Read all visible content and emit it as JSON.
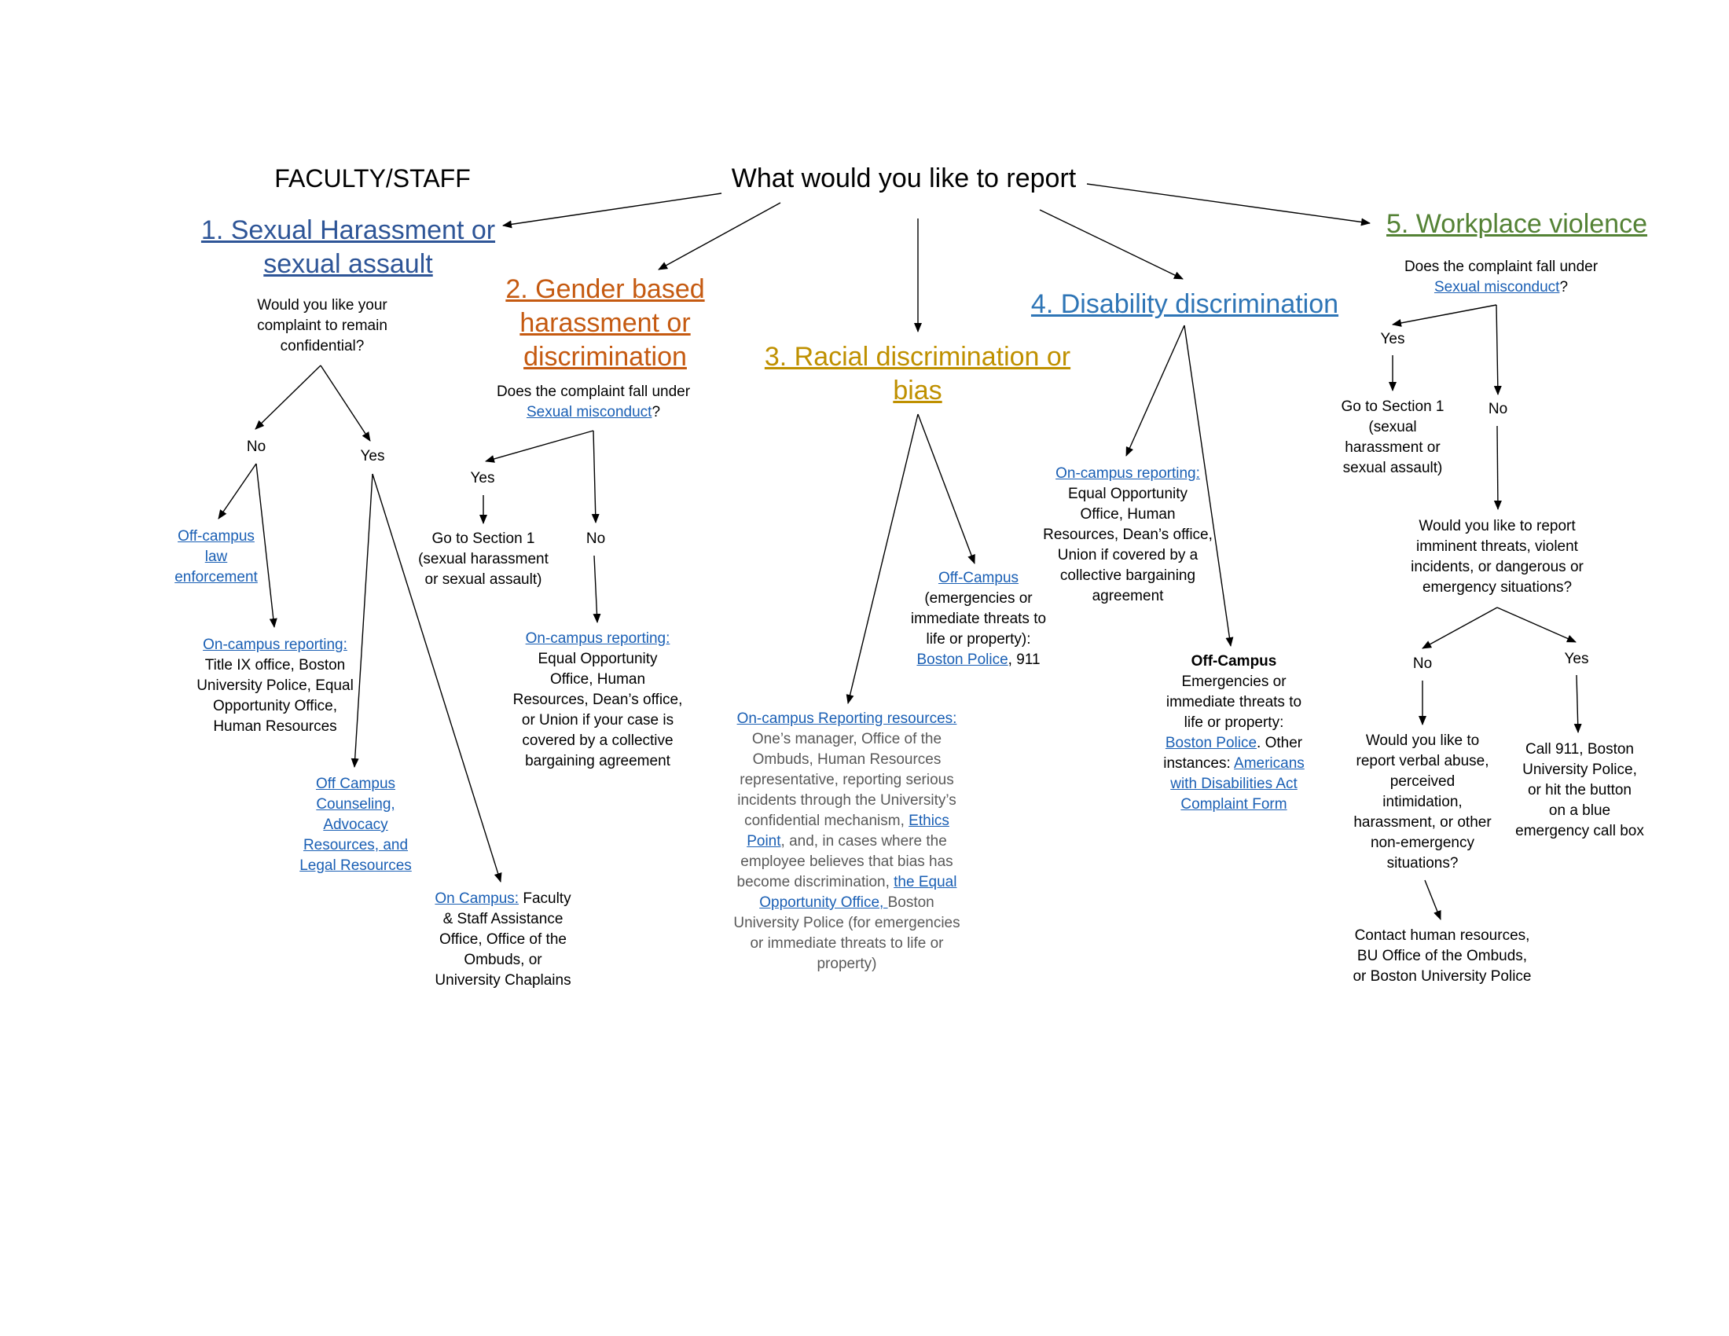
{
  "header": {
    "left_label": "FACULTY/STAFF",
    "root_question": "What would you like to report"
  },
  "s1": {
    "title_l1": "1. Sexual Harassment or",
    "title_l2": "sexual assault",
    "question": [
      "Would you like your",
      "complaint to remain",
      "confidential?"
    ],
    "no": "No",
    "yes": "Yes",
    "offcampus_law": [
      "Off-campus",
      "law",
      "enforcement"
    ],
    "oncampus_link": "On-campus reporting:",
    "oncampus_text": [
      "Title IX office, Boston",
      "University Police, Equal",
      "Opportunity Office,",
      "Human Resources"
    ],
    "offcampus_counseling": [
      "Off Campus",
      "Counseling,",
      "Advocacy",
      "Resources, and",
      "Legal Resources"
    ],
    "oncampus2_link": "On Campus:",
    "oncampus2_text": [
      " Faculty",
      "& Staff Assistance",
      "Office, Office of the",
      "Ombuds, or",
      "University Chaplains"
    ]
  },
  "s2": {
    "title": [
      "2. Gender based",
      "harassment or",
      "discrimination"
    ],
    "question_l1": "Does the complaint fall under",
    "misconduct_link": "Sexual misconduct",
    "qmark": "?",
    "yes": "Yes",
    "no": "No",
    "goto": [
      "Go to Section 1",
      "(sexual harassment",
      "or sexual assault)"
    ],
    "oncampus_link": "On-campus reporting:",
    "oncampus_text": [
      "Equal Opportunity",
      "Office, Human",
      "Resources, Dean’s office,",
      "or Union if your case is",
      "covered by a collective",
      "bargaining agreement"
    ]
  },
  "s3": {
    "title": [
      "3. Racial discrimination or",
      "bias"
    ],
    "offcampus_link": "Off-Campus",
    "offcampus_text": [
      "(emergencies or",
      "immediate threats to",
      "life or property):"
    ],
    "boston_police_link": "Boston Police",
    "offcampus_tail": ", 911",
    "oncampus_link": "On-campus Reporting resources:",
    "oncampus_lines": [
      "One’s manager, Office of the",
      "Ombuds, Human Resources",
      "representative, reporting serious",
      "incidents through the University’s",
      "confidential mechanism, "
    ],
    "ethics_l1": "Ethics",
    "ethics_l2": "Point",
    "mid_text": ", and, in cases where the",
    "mid_lines": [
      "employee believes that bias has",
      "become discrimination, "
    ],
    "eo_l1": "the Equal",
    "eo_l2": "Opportunity Office, ",
    "tail_l1": "Boston",
    "tail_lines": [
      "University Police (for emergencies",
      "or immediate threats to life or",
      "property)"
    ]
  },
  "s4": {
    "title": "4. Disability discrimination",
    "oncampus_link": "On-campus reporting:",
    "oncampus_text": [
      "Equal Opportunity",
      "Office, Human",
      "Resources, Dean’s office,",
      "Union if covered by a",
      "collective bargaining",
      "agreement"
    ],
    "offcampus_title": "Off-Campus",
    "offcampus_text": [
      "Emergencies or",
      "immediate threats to",
      "life or property:"
    ],
    "boston_police_link": "Boston Police",
    "other_text": ". Other",
    "instances": "instances: ",
    "ada_l1": "Americans",
    "ada_l2": "with Disabilities Act",
    "ada_l3": "Complaint Form"
  },
  "s5": {
    "title": "5. Workplace violence",
    "question_l1": "Does the complaint fall under",
    "misconduct_link": "Sexual misconduct",
    "qmark": "?",
    "yes": "Yes",
    "no": "No",
    "goto": [
      "Go to Section 1",
      "(sexual",
      "harassment or",
      "sexual assault)"
    ],
    "threat_q": [
      "Would you like to report",
      "imminent threats, violent",
      "incidents, or dangerous or",
      "emergency situations?"
    ],
    "no2": "No",
    "yes2": "Yes",
    "verbal_q": [
      "Would you like to",
      "report verbal abuse,",
      "perceived",
      "intimidation,",
      "harassment, or other",
      "non-emergency",
      "situations?"
    ],
    "call911": [
      "Call 911, Boston",
      "University Police,",
      "or hit the button",
      "on a blue",
      "emergency call box"
    ],
    "contact": [
      "Contact human resources,",
      "BU Office of the Ombuds,",
      "or Boston University Police"
    ]
  }
}
